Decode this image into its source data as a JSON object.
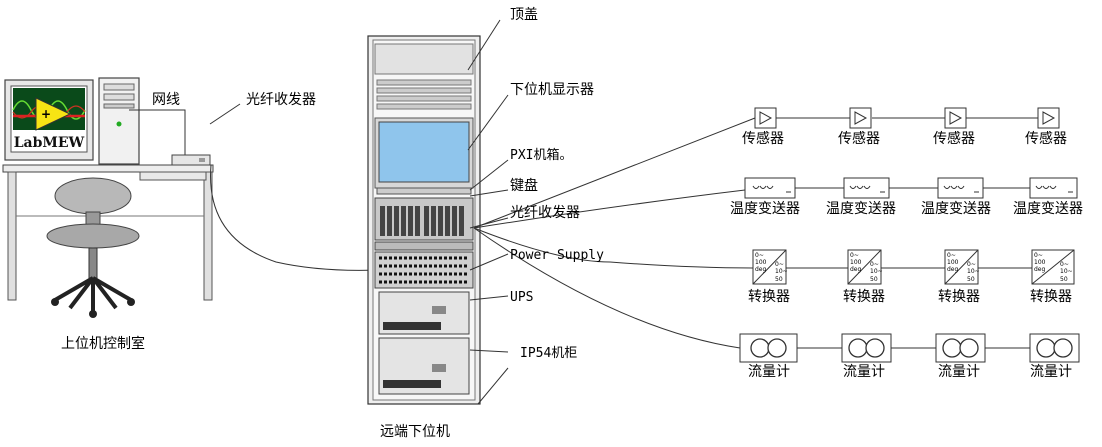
{
  "host": {
    "room_label": "上位机控制室",
    "network_cable_label": "网线",
    "fiber_transceiver_label": "光纤收发器",
    "screen_logo": "LabMEW"
  },
  "cabinet": {
    "caption": "远端下位机",
    "callouts": {
      "top_cover": "顶盖",
      "display": "下位机显示器",
      "pxi": "PXI机箱。",
      "keyboard": "键盘",
      "fiber": "光纤收发器",
      "power": "Power Supply",
      "ups": "UPS",
      "cabinet": "IP54机柜"
    }
  },
  "devices": {
    "sensors": [
      "传感器",
      "传感器",
      "传感器",
      "传感器"
    ],
    "temp_transmitters": [
      "温度变送器",
      "温度变送器",
      "温度变送器",
      "温度变送器"
    ],
    "converters": [
      "转换器",
      "转换器",
      "转换器",
      "转换器"
    ],
    "flowmeters": [
      "流量计",
      "流量计",
      "流量计",
      "流量计"
    ],
    "converter_face": [
      "0~",
      "100",
      "deg",
      "0~",
      "10~",
      "50"
    ]
  }
}
